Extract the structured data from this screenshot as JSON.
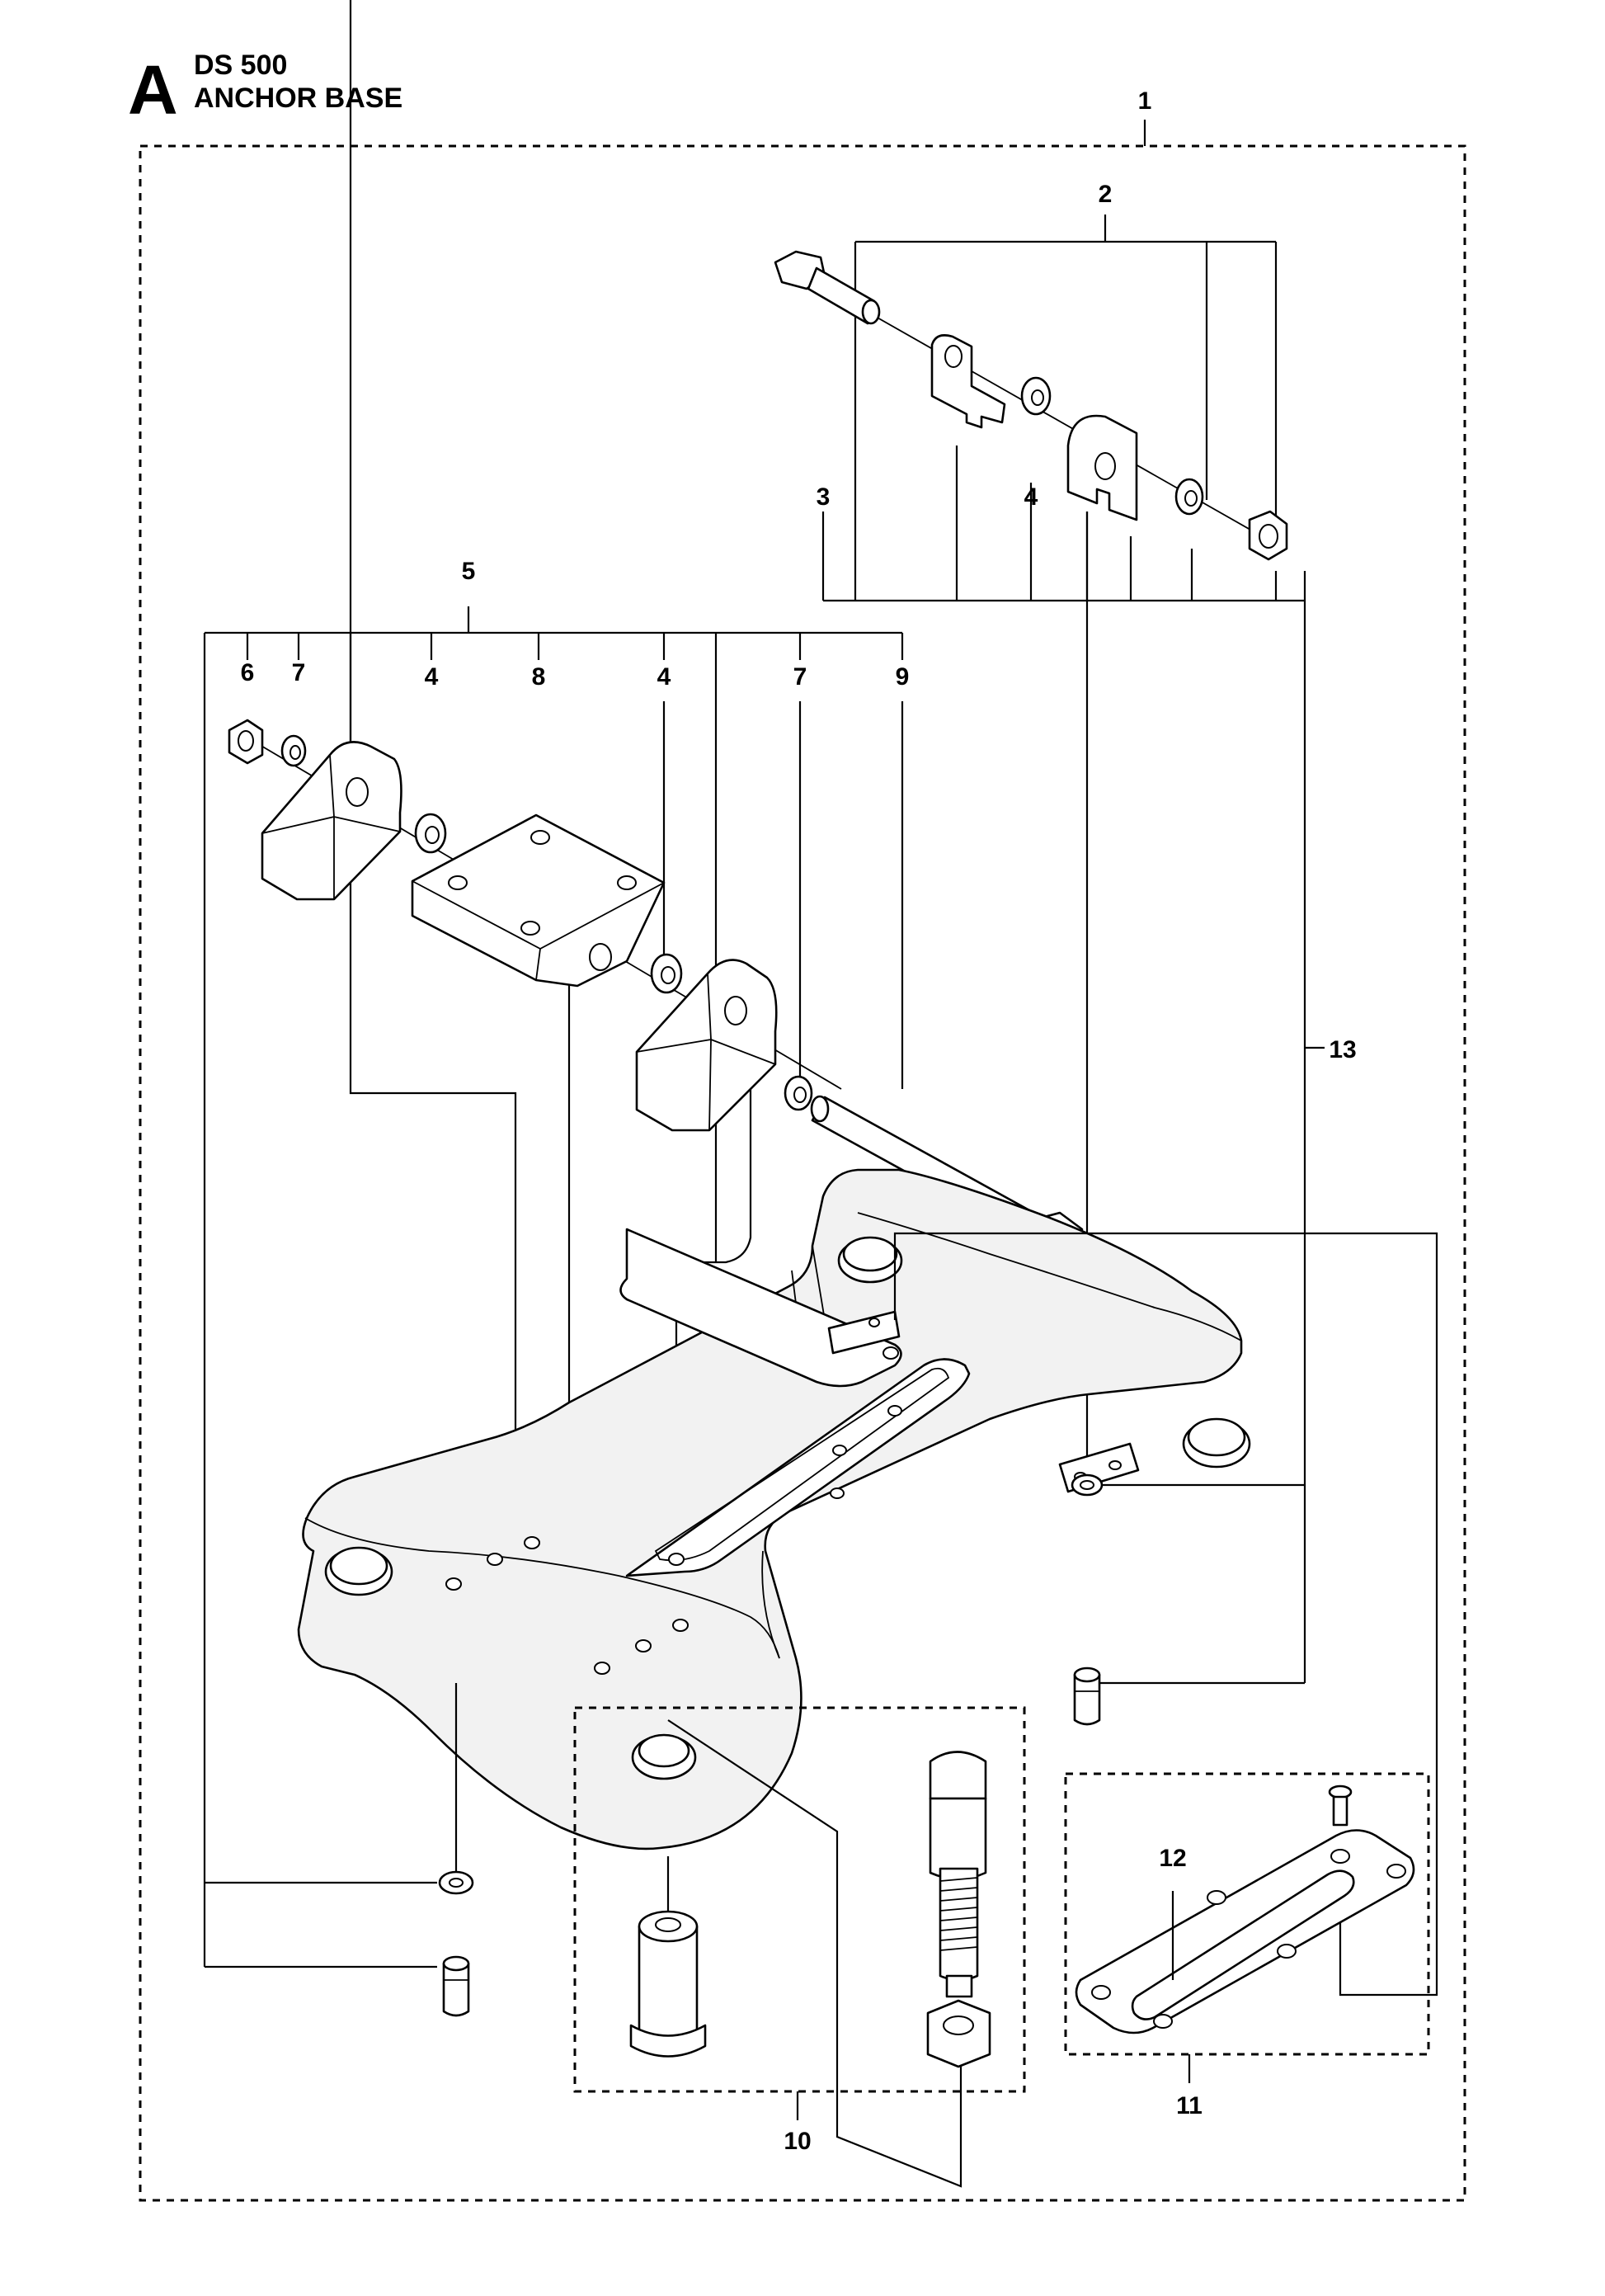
{
  "header": {
    "section_letter": "A",
    "model": "DS 500",
    "title": "ANCHOR BASE"
  },
  "callouts": [
    "1",
    "2",
    "3",
    "4",
    "5",
    "6",
    "7",
    "4",
    "8",
    "4",
    "7",
    "9",
    "13",
    "10",
    "11",
    "12"
  ],
  "colors": {
    "ink": "#000000",
    "paper": "#ffffff",
    "shade": "#f2f2f2"
  }
}
